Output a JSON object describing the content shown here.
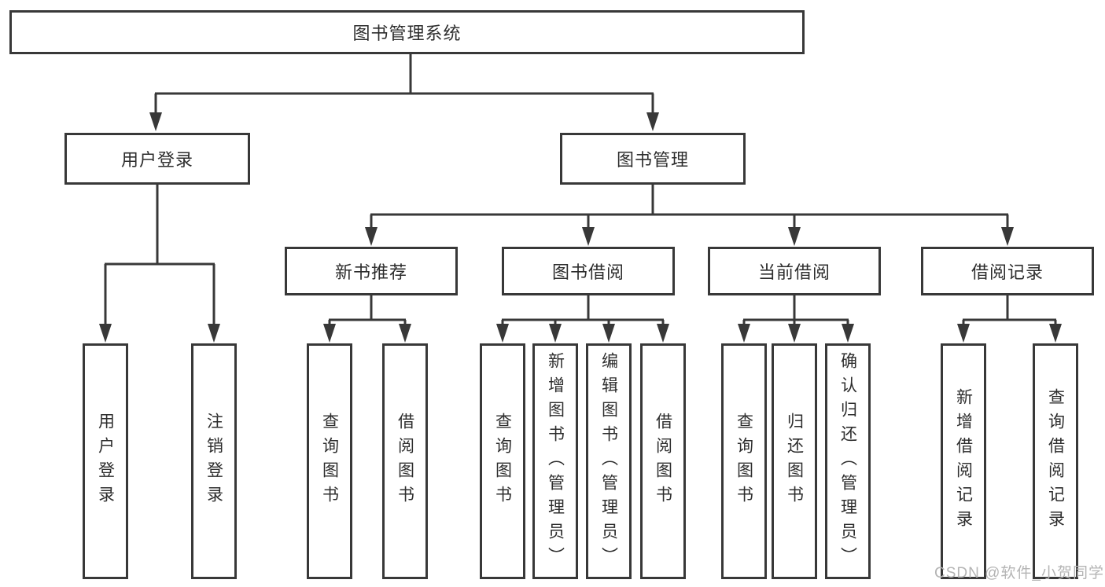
{
  "diagram": {
    "title": "图书管理系统",
    "watermark": "CSDN @软件_小贺同学",
    "colors": {
      "line": "#383838",
      "box_border": "#383838",
      "text": "#2d2d2d",
      "watermark": "#b4b4b4",
      "background": "#ffffff"
    }
  },
  "tree": {
    "label": "图书管理系统",
    "children": [
      {
        "label": "用户登录",
        "children": [
          {
            "label": "用户登录"
          },
          {
            "label": "注销登录"
          }
        ]
      },
      {
        "label": "图书管理",
        "children": [
          {
            "label": "新书推荐",
            "children": [
              {
                "label": "查询图书"
              },
              {
                "label": "借阅图书"
              }
            ]
          },
          {
            "label": "图书借阅",
            "children": [
              {
                "label": "查询图书"
              },
              {
                "label": "新增图书（管理员）"
              },
              {
                "label": "编辑图书（管理员）"
              },
              {
                "label": "借阅图书"
              }
            ]
          },
          {
            "label": "当前借阅",
            "children": [
              {
                "label": "查询图书"
              },
              {
                "label": "归还图书"
              },
              {
                "label": "确认归还（管理员）"
              }
            ]
          },
          {
            "label": "借阅记录",
            "children": [
              {
                "label": "新增借阅记录"
              },
              {
                "label": "查询借阅记录"
              }
            ]
          }
        ]
      }
    ]
  }
}
